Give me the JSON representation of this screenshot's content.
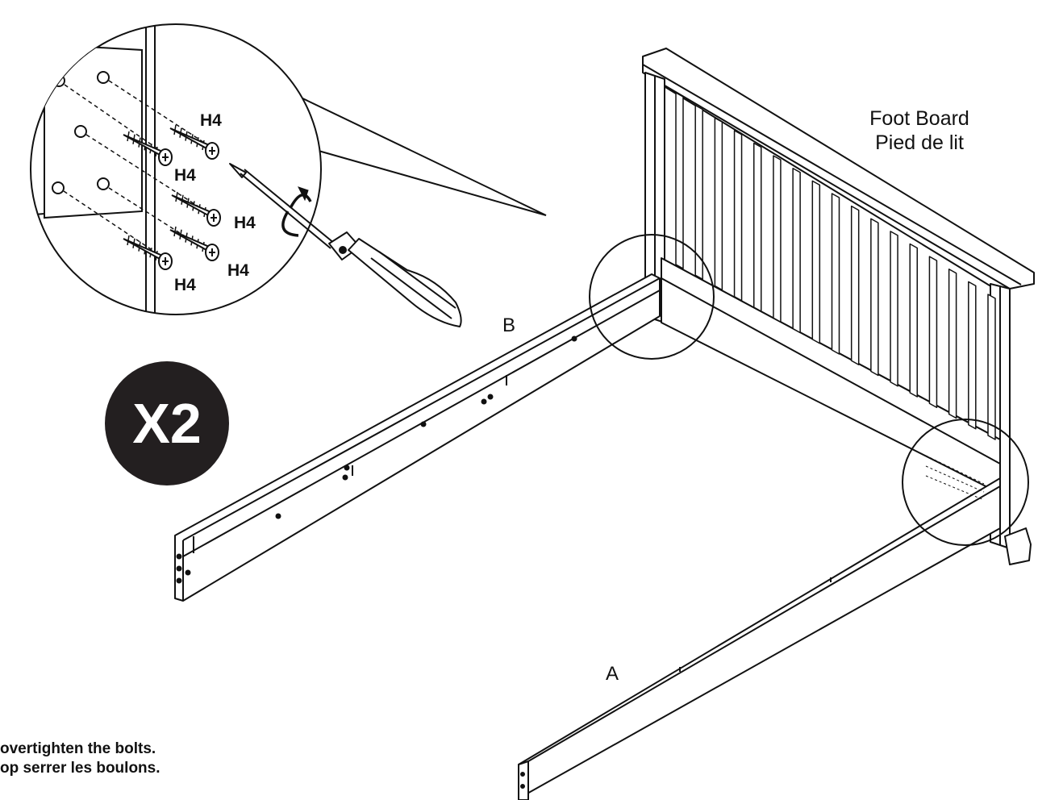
{
  "detail": {
    "screw_labels": [
      "H4",
      "H4",
      "H4",
      "H4",
      "H4"
    ]
  },
  "footboard": {
    "label_en": "Foot Board",
    "label_fr": "Pied de lit"
  },
  "parts": {
    "rail_b": "B",
    "rail_a": "A"
  },
  "badge": {
    "quantity": "X2"
  },
  "note": {
    "line_en": "overtighten the bolts.",
    "line_fr": "op serrer les boulons."
  }
}
